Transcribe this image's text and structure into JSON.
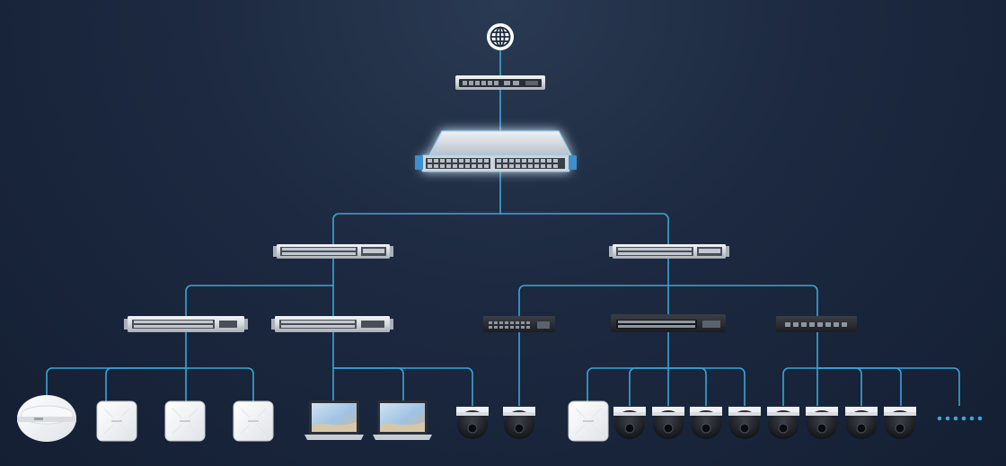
{
  "diagram": {
    "type": "network-topology",
    "accent_color": "#3aa6d6",
    "nodes": [
      {
        "id": "internet",
        "kind": "globe-icon"
      },
      {
        "id": "gateway",
        "kind": "router"
      },
      {
        "id": "core",
        "kind": "core-switch"
      },
      {
        "id": "agg-left",
        "kind": "aggregation-switch"
      },
      {
        "id": "agg-right",
        "kind": "aggregation-switch"
      },
      {
        "id": "acc-1",
        "kind": "access-switch-light"
      },
      {
        "id": "acc-2",
        "kind": "access-switch-light"
      },
      {
        "id": "acc-3",
        "kind": "access-switch-dark"
      },
      {
        "id": "acc-4",
        "kind": "access-switch-dark"
      },
      {
        "id": "acc-5",
        "kind": "access-switch-dark"
      },
      {
        "id": "ap-outdoor",
        "kind": "outdoor-ap"
      },
      {
        "id": "ap-1",
        "kind": "ceiling-ap"
      },
      {
        "id": "ap-2",
        "kind": "ceiling-ap"
      },
      {
        "id": "ap-3",
        "kind": "ceiling-ap"
      },
      {
        "id": "laptop-1",
        "kind": "laptop"
      },
      {
        "id": "laptop-2",
        "kind": "laptop"
      },
      {
        "id": "cam-1",
        "kind": "dome-camera"
      },
      {
        "id": "cam-2",
        "kind": "dome-camera"
      },
      {
        "id": "ap-4",
        "kind": "ceiling-ap"
      },
      {
        "id": "cam-3",
        "kind": "dome-camera"
      },
      {
        "id": "cam-4",
        "kind": "dome-camera"
      },
      {
        "id": "cam-5",
        "kind": "dome-camera"
      },
      {
        "id": "cam-6",
        "kind": "dome-camera"
      },
      {
        "id": "cam-7",
        "kind": "dome-camera"
      },
      {
        "id": "cam-8",
        "kind": "dome-camera"
      },
      {
        "id": "cam-9",
        "kind": "dome-camera"
      },
      {
        "id": "cam-10",
        "kind": "dome-camera"
      },
      {
        "id": "more",
        "kind": "more-dots-icon"
      }
    ],
    "edges": [
      [
        "internet",
        "gateway"
      ],
      [
        "gateway",
        "core"
      ],
      [
        "core",
        "agg-left"
      ],
      [
        "core",
        "agg-right"
      ],
      [
        "agg-left",
        "acc-1"
      ],
      [
        "agg-left",
        "acc-2"
      ],
      [
        "agg-right",
        "acc-3"
      ],
      [
        "agg-right",
        "acc-4"
      ],
      [
        "agg-right",
        "acc-5"
      ],
      [
        "acc-1",
        "ap-outdoor"
      ],
      [
        "acc-1",
        "ap-1"
      ],
      [
        "acc-1",
        "ap-2"
      ],
      [
        "acc-1",
        "ap-3"
      ],
      [
        "acc-2",
        "laptop-1"
      ],
      [
        "acc-2",
        "laptop-2"
      ],
      [
        "acc-2",
        "cam-1"
      ],
      [
        "acc-3",
        "cam-2"
      ],
      [
        "acc-4",
        "ap-4"
      ],
      [
        "acc-4",
        "cam-3"
      ],
      [
        "acc-4",
        "cam-4"
      ],
      [
        "acc-4",
        "cam-5"
      ],
      [
        "acc-4",
        "cam-6"
      ],
      [
        "acc-5",
        "cam-7"
      ],
      [
        "acc-5",
        "cam-8"
      ],
      [
        "acc-5",
        "cam-9"
      ],
      [
        "acc-5",
        "cam-10"
      ],
      [
        "acc-5",
        "more"
      ]
    ]
  }
}
